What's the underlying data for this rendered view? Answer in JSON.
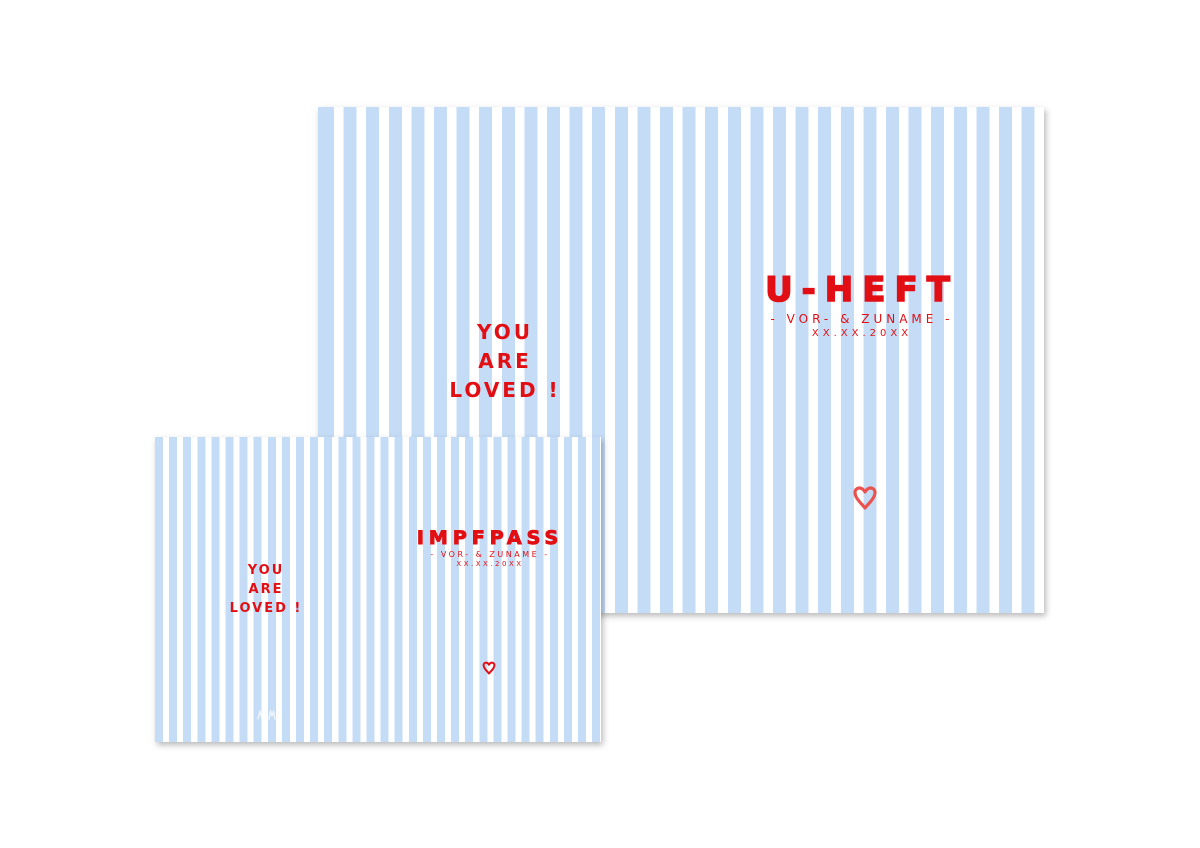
{
  "large_card": {
    "greeting_lines": [
      "YOU",
      "ARE",
      "LOVED !"
    ],
    "title": "U-HEFT",
    "subtitle": "- VOR- & ZUNAME -",
    "date": "XX.XX.20XX",
    "heart_icon": "heart-icon"
  },
  "small_card": {
    "greeting_lines": [
      "YOU",
      "ARE",
      "LOVED !"
    ],
    "title": "IMPFPASS",
    "subtitle": "- VOR- & ZUNAME -",
    "date": "XX.XX.20XX",
    "heart_icon": "heart-icon",
    "watermark_icon": "logo-mark-icon"
  },
  "colors": {
    "accent_red": "#e10f14",
    "heart_red": "#e8534f",
    "stripe_blue": "#c5dcf7",
    "background": "#ffffff"
  }
}
